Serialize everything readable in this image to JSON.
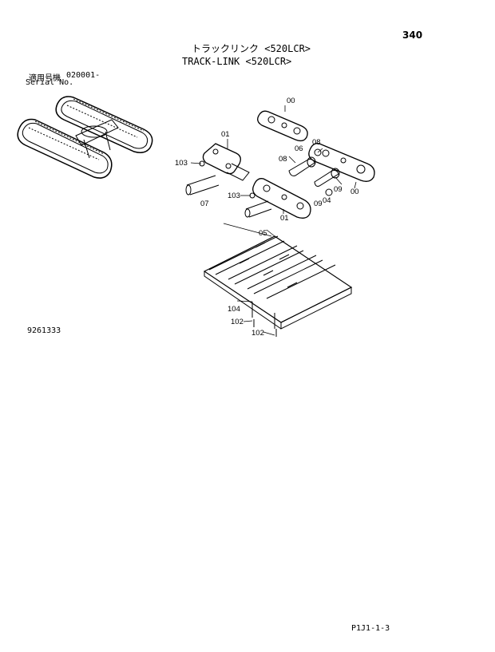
{
  "page": {
    "number": "340",
    "title_jp": "トラックリンク <520LCR>",
    "title_en": "TRACK-LINK <520LCR>",
    "serial_label_jp": "適用号機",
    "serial_value": "020001-",
    "serial_label_en": "Serial No.",
    "drawing_number": "9261333",
    "page_code": "P1J1-1-3"
  },
  "callouts": {
    "c00_top": "00",
    "c06": "06",
    "c08_a": "08",
    "c01_upper": "01",
    "c103_upper": "103",
    "c08_b": "08",
    "c07": "07",
    "c103_lower": "103",
    "c04": "04",
    "c09_a": "09",
    "c09_b": "09",
    "c00_right": "00",
    "c01_lower": "01",
    "c05": "05",
    "c104": "104",
    "c102_a": "102",
    "c102_b": "102"
  }
}
